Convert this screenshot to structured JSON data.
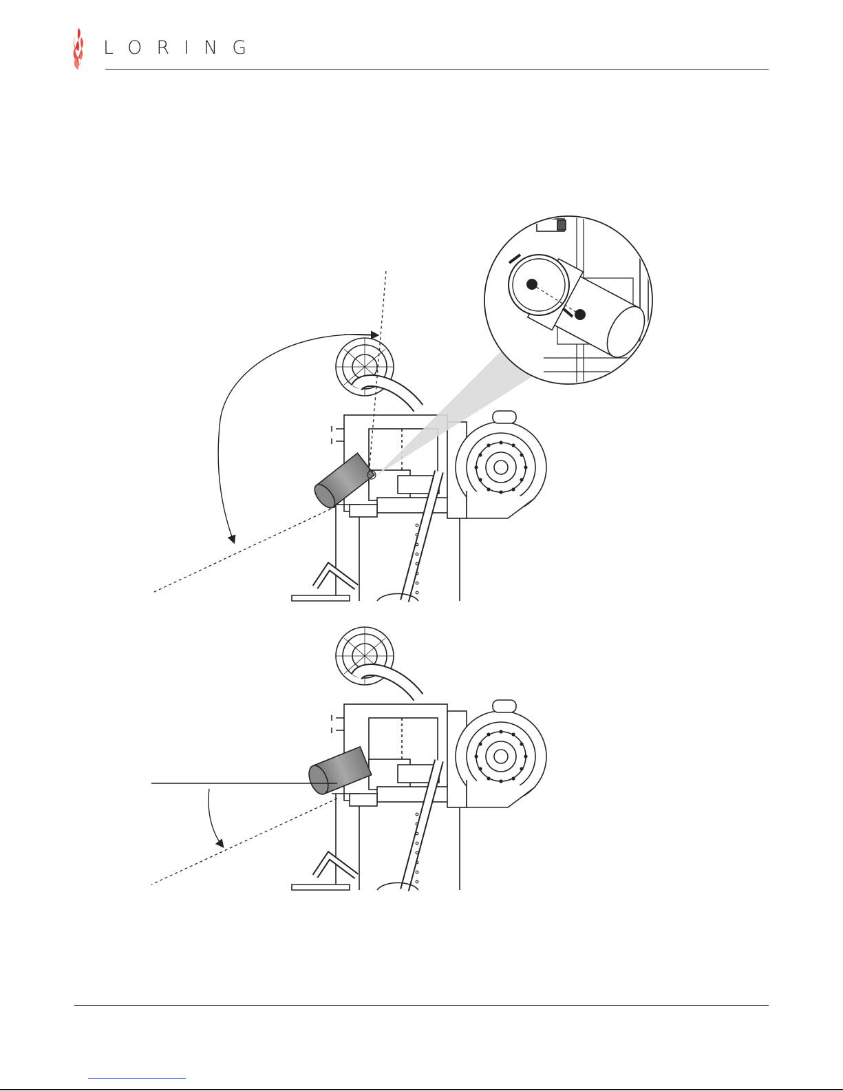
{
  "brand": {
    "name": "LORING",
    "colors": {
      "flame": "#e8372f",
      "flame_light": "#f47a6e",
      "ink": "#1f1f1f"
    }
  },
  "figures": [
    {
      "id": "upper",
      "description_visible": false,
      "callout": "detail-magnifier"
    },
    {
      "id": "lower",
      "description_visible": false
    }
  ],
  "footer": {
    "link_text": ""
  }
}
